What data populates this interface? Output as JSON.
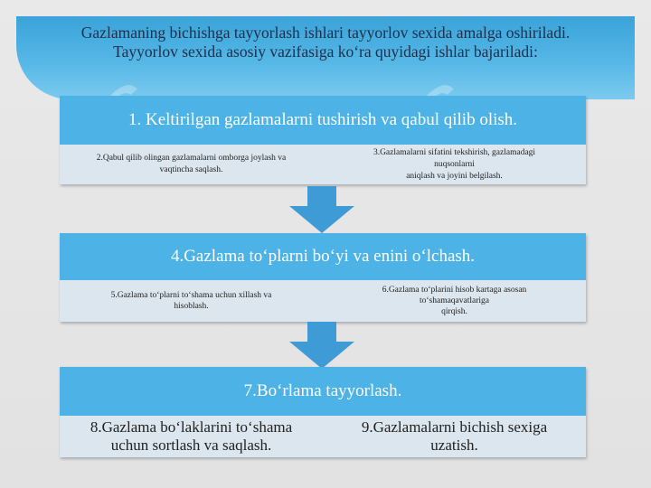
{
  "intro": {
    "line1": "Gazlamaning bichishga tayyorlash ishlari tayyorlov sexida amalga oshiriladi.",
    "line2": "Tayyorlov sexida asosiy vazifasiga ko‘ra quyidagi ishlar bajariladi:"
  },
  "steps": [
    {
      "title": "1. Keltirilgan gazlamalarni tushirish va qabul qilib olish.",
      "left": [
        "2.Qabul qilib olingan gazlamalarni omborga joylash va",
        "vaqtincha saqlash."
      ],
      "right": [
        "3.Gazlamalarni sifatini tekshirish, gazlamadagi",
        "nuqsonlarni",
        "aniqlash va joyini belgilash."
      ]
    },
    {
      "title": "4.Gazlama to‘plarni bo‘yi va enini o‘lchash.",
      "left": [
        "5.Gazlama to‘plarni to‘shama uchun xillash va",
        "hisoblash."
      ],
      "right": [
        "6.Gazlama to‘plarini hisob kartaga asosan",
        "to‘shamaqavatlariga",
        "qirqish."
      ]
    },
    {
      "title": "7.Bo‘rlama tayyorlash.",
      "left": [
        "8.Gazlama bo‘laklarini to‘shama",
        "uchun sortlash va saqlash."
      ],
      "right": [
        "9.Gazlamalarni bichish sexiga",
        "uzatish."
      ]
    }
  ],
  "colors": {
    "banner": "#4db3e6",
    "arrow": "#3f9bd6",
    "sub_bg": "#dbe6ee"
  }
}
